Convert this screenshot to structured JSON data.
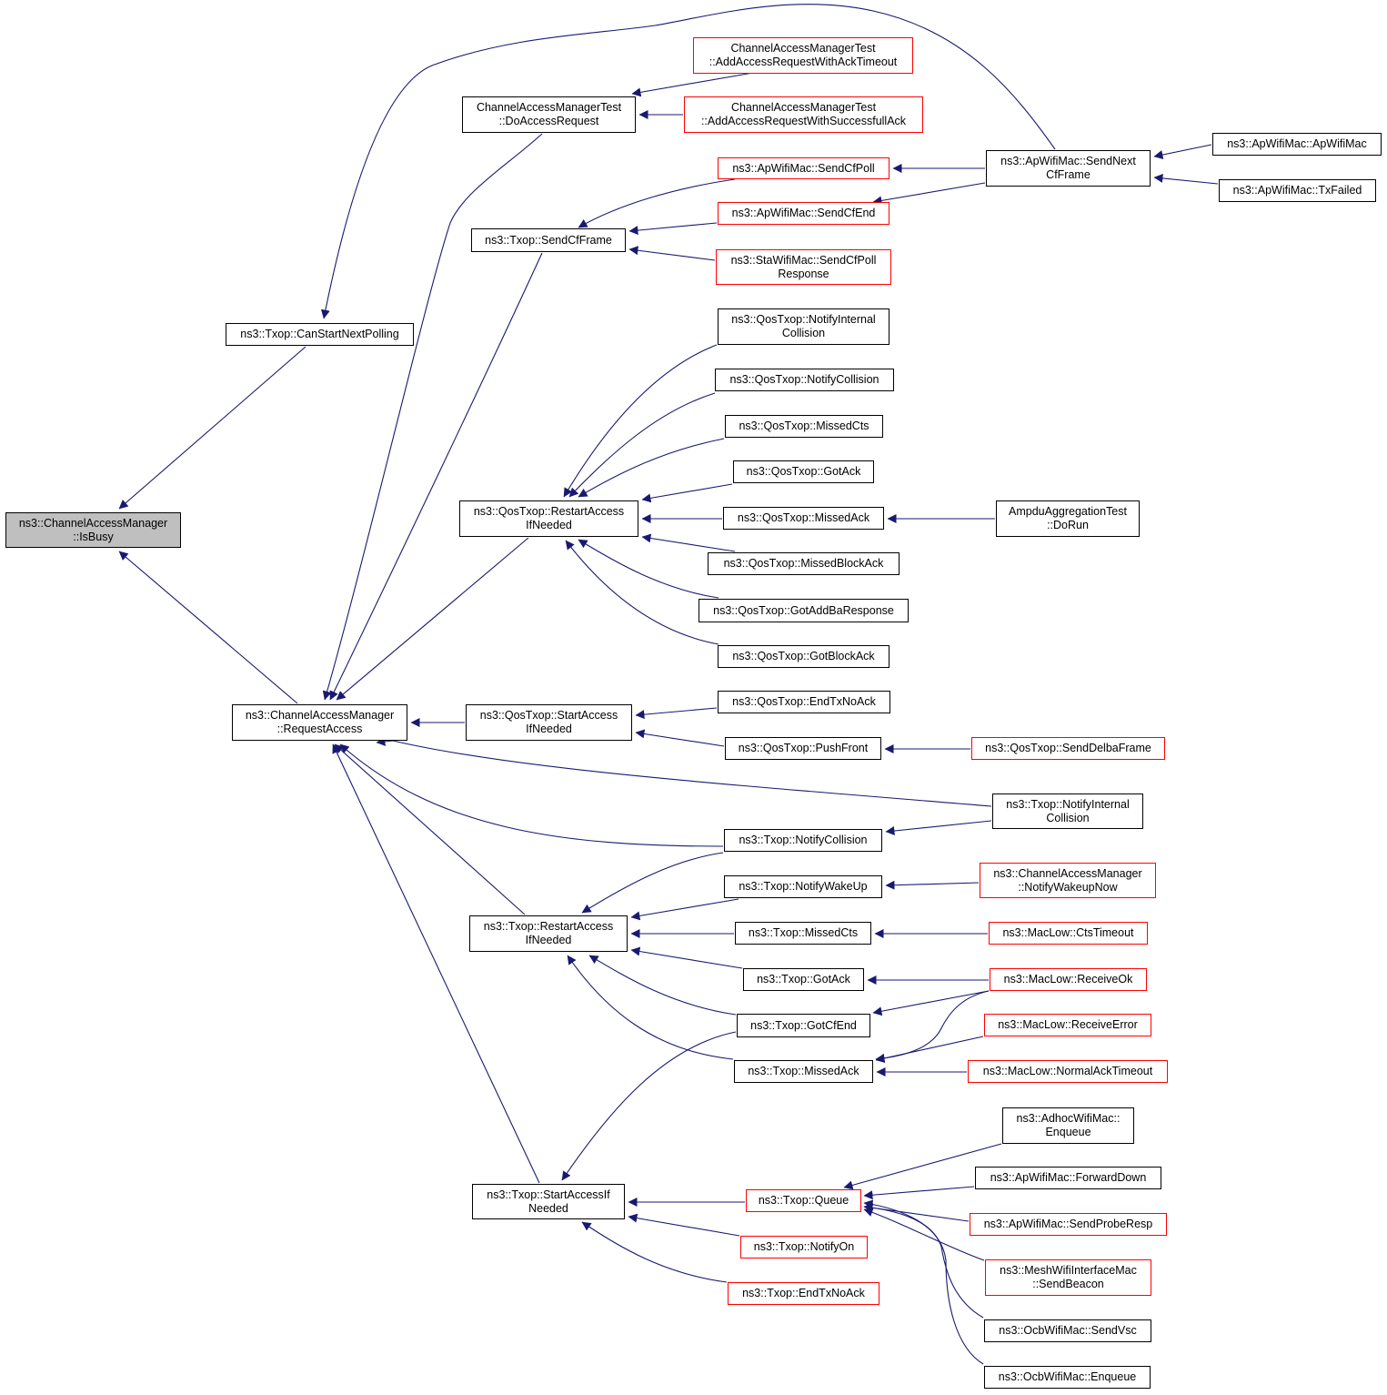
{
  "colors": {
    "edge": "#191970",
    "node_border": "#000000",
    "node_border_red": "#ff0000",
    "root_fill": "#bfbfbf"
  },
  "nodes": {
    "root": {
      "label": "ns3::ChannelAccessManager\n::IsBusy",
      "style": "root"
    },
    "canStartNextPolling": {
      "label": "ns3::Txop::CanStartNextPolling",
      "style": "black"
    },
    "requestAccess": {
      "label": "ns3::ChannelAccessManager\n::RequestAccess",
      "style": "black"
    },
    "doAccessRequest": {
      "label": "ChannelAccessManagerTest\n::DoAccessRequest",
      "style": "black"
    },
    "addAckTimeout": {
      "label": "ChannelAccessManagerTest\n::AddAccessRequestWithAckTimeout",
      "style": "red"
    },
    "addSuccessfulAck": {
      "label": "ChannelAccessManagerTest\n::AddAccessRequestWithSuccessfullAck",
      "style": "red"
    },
    "txopSendCfFrame": {
      "label": "ns3::Txop::SendCfFrame",
      "style": "black"
    },
    "apSendCfPoll": {
      "label": "ns3::ApWifiMac::SendCfPoll",
      "style": "red"
    },
    "apSendCfEnd": {
      "label": "ns3::ApWifiMac::SendCfEnd",
      "style": "red"
    },
    "staSendCfPollResponse": {
      "label": "ns3::StaWifiMac::SendCfPoll\nResponse",
      "style": "red"
    },
    "apSendNextCfFrame": {
      "label": "ns3::ApWifiMac::SendNext\nCfFrame",
      "style": "black"
    },
    "apApWifiMac": {
      "label": "ns3::ApWifiMac::ApWifiMac",
      "style": "black"
    },
    "apTxFailed": {
      "label": "ns3::ApWifiMac::TxFailed",
      "style": "black"
    },
    "qosRestartAccess": {
      "label": "ns3::QosTxop::RestartAccess\nIfNeeded",
      "style": "black"
    },
    "qosNotifyInternalCollision": {
      "label": "ns3::QosTxop::NotifyInternal\nCollision",
      "style": "black"
    },
    "qosNotifyCollision": {
      "label": "ns3::QosTxop::NotifyCollision",
      "style": "black"
    },
    "qosMissedCts": {
      "label": "ns3::QosTxop::MissedCts",
      "style": "black"
    },
    "qosGotAck": {
      "label": "ns3::QosTxop::GotAck",
      "style": "black"
    },
    "qosMissedAck": {
      "label": "ns3::QosTxop::MissedAck",
      "style": "black"
    },
    "ampduDoRun": {
      "label": "AmpduAggregationTest\n::DoRun",
      "style": "black"
    },
    "qosMissedBlockAck": {
      "label": "ns3::QosTxop::MissedBlockAck",
      "style": "black"
    },
    "qosGotAddBaResponse": {
      "label": "ns3::QosTxop::GotAddBaResponse",
      "style": "black"
    },
    "qosGotBlockAck": {
      "label": "ns3::QosTxop::GotBlockAck",
      "style": "black"
    },
    "qosStartAccess": {
      "label": "ns3::QosTxop::StartAccess\nIfNeeded",
      "style": "black"
    },
    "qosEndTxNoAck": {
      "label": "ns3::QosTxop::EndTxNoAck",
      "style": "black"
    },
    "qosPushFront": {
      "label": "ns3::QosTxop::PushFront",
      "style": "black"
    },
    "qosSendDelbaFrame": {
      "label": "ns3::QosTxop::SendDelbaFrame",
      "style": "red"
    },
    "txopNotifyInternalCollision": {
      "label": "ns3::Txop::NotifyInternal\nCollision",
      "style": "black"
    },
    "txopNotifyCollision": {
      "label": "ns3::Txop::NotifyCollision",
      "style": "black"
    },
    "txopNotifyWakeUp": {
      "label": "ns3::Txop::NotifyWakeUp",
      "style": "black"
    },
    "camNotifyWakeupNow": {
      "label": "ns3::ChannelAccessManager\n::NotifyWakeupNow",
      "style": "red"
    },
    "txopRestartAccess": {
      "label": "ns3::Txop::RestartAccess\nIfNeeded",
      "style": "black"
    },
    "txopMissedCts": {
      "label": "ns3::Txop::MissedCts",
      "style": "black"
    },
    "macLowCtsTimeout": {
      "label": "ns3::MacLow::CtsTimeout",
      "style": "red"
    },
    "txopGotAck": {
      "label": "ns3::Txop::GotAck",
      "style": "black"
    },
    "macLowReceiveOk": {
      "label": "ns3::MacLow::ReceiveOk",
      "style": "red"
    },
    "txopGotCfEnd": {
      "label": "ns3::Txop::GotCfEnd",
      "style": "black"
    },
    "macLowReceiveError": {
      "label": "ns3::MacLow::ReceiveError",
      "style": "red"
    },
    "txopMissedAck": {
      "label": "ns3::Txop::MissedAck",
      "style": "black"
    },
    "macLowNormalAckTimeout": {
      "label": "ns3::MacLow::NormalAckTimeout",
      "style": "red"
    },
    "txopStartAccess": {
      "label": "ns3::Txop::StartAccessIf\nNeeded",
      "style": "black"
    },
    "txopQueue": {
      "label": "ns3::Txop::Queue",
      "style": "red"
    },
    "txopNotifyOn": {
      "label": "ns3::Txop::NotifyOn",
      "style": "red"
    },
    "txopEndTxNoAck": {
      "label": "ns3::Txop::EndTxNoAck",
      "style": "red"
    },
    "adhocEnqueue": {
      "label": "ns3::AdhocWifiMac::\nEnqueue",
      "style": "black"
    },
    "apForwardDown": {
      "label": "ns3::ApWifiMac::ForwardDown",
      "style": "black"
    },
    "apSendProbeResp": {
      "label": "ns3::ApWifiMac::SendProbeResp",
      "style": "red"
    },
    "meshSendBeacon": {
      "label": "ns3::MeshWifiInterfaceMac\n::SendBeacon",
      "style": "red"
    },
    "ocbSendVsc": {
      "label": "ns3::OcbWifiMac::SendVsc",
      "style": "black"
    },
    "ocbEnqueue": {
      "label": "ns3::OcbWifiMac::Enqueue",
      "style": "black"
    }
  },
  "edges": [
    [
      "canStartNextPolling",
      "root"
    ],
    [
      "requestAccess",
      "root"
    ],
    [
      "apSendNextCfFrame",
      "canStartNextPolling"
    ],
    [
      "doAccessRequest",
      "requestAccess"
    ],
    [
      "txopSendCfFrame",
      "requestAccess"
    ],
    [
      "qosRestartAccess",
      "requestAccess"
    ],
    [
      "qosStartAccess",
      "requestAccess"
    ],
    [
      "txopNotifyInternalCollision",
      "requestAccess"
    ],
    [
      "txopNotifyCollision",
      "requestAccess"
    ],
    [
      "txopRestartAccess",
      "requestAccess"
    ],
    [
      "txopStartAccess",
      "requestAccess"
    ],
    [
      "addAckTimeout",
      "doAccessRequest"
    ],
    [
      "addSuccessfulAck",
      "doAccessRequest"
    ],
    [
      "apSendCfPoll",
      "txopSendCfFrame"
    ],
    [
      "apSendCfEnd",
      "txopSendCfFrame"
    ],
    [
      "staSendCfPollResponse",
      "txopSendCfFrame"
    ],
    [
      "apSendNextCfFrame",
      "apSendCfPoll"
    ],
    [
      "apSendNextCfFrame",
      "apSendCfEnd"
    ],
    [
      "apApWifiMac",
      "apSendNextCfFrame"
    ],
    [
      "apTxFailed",
      "apSendNextCfFrame"
    ],
    [
      "qosNotifyInternalCollision",
      "qosRestartAccess"
    ],
    [
      "qosNotifyCollision",
      "qosRestartAccess"
    ],
    [
      "qosMissedCts",
      "qosRestartAccess"
    ],
    [
      "qosGotAck",
      "qosRestartAccess"
    ],
    [
      "qosMissedAck",
      "qosRestartAccess"
    ],
    [
      "qosMissedBlockAck",
      "qosRestartAccess"
    ],
    [
      "qosGotAddBaResponse",
      "qosRestartAccess"
    ],
    [
      "qosGotBlockAck",
      "qosRestartAccess"
    ],
    [
      "ampduDoRun",
      "qosMissedAck"
    ],
    [
      "qosEndTxNoAck",
      "qosStartAccess"
    ],
    [
      "qosPushFront",
      "qosStartAccess"
    ],
    [
      "qosSendDelbaFrame",
      "qosPushFront"
    ],
    [
      "txopNotifyInternalCollision",
      "txopNotifyCollision"
    ],
    [
      "txopNotifyCollision",
      "txopRestartAccess"
    ],
    [
      "txopNotifyWakeUp",
      "txopRestartAccess"
    ],
    [
      "txopMissedCts",
      "txopRestartAccess"
    ],
    [
      "txopGotAck",
      "txopRestartAccess"
    ],
    [
      "txopGotCfEnd",
      "txopRestartAccess"
    ],
    [
      "txopMissedAck",
      "txopRestartAccess"
    ],
    [
      "camNotifyWakeupNow",
      "txopNotifyWakeUp"
    ],
    [
      "macLowCtsTimeout",
      "txopMissedCts"
    ],
    [
      "macLowReceiveOk",
      "txopGotAck"
    ],
    [
      "macLowReceiveOk",
      "txopGotCfEnd"
    ],
    [
      "macLowReceiveOk",
      "txopMissedAck"
    ],
    [
      "macLowReceiveError",
      "txopMissedAck"
    ],
    [
      "macLowNormalAckTimeout",
      "txopMissedAck"
    ],
    [
      "txopGotCfEnd",
      "txopStartAccess"
    ],
    [
      "txopQueue",
      "txopStartAccess"
    ],
    [
      "txopNotifyOn",
      "txopStartAccess"
    ],
    [
      "txopEndTxNoAck",
      "txopStartAccess"
    ],
    [
      "adhocEnqueue",
      "txopQueue"
    ],
    [
      "apForwardDown",
      "txopQueue"
    ],
    [
      "apSendProbeResp",
      "txopQueue"
    ],
    [
      "meshSendBeacon",
      "txopQueue"
    ],
    [
      "ocbSendVsc",
      "txopQueue"
    ],
    [
      "ocbEnqueue",
      "txopQueue"
    ]
  ]
}
